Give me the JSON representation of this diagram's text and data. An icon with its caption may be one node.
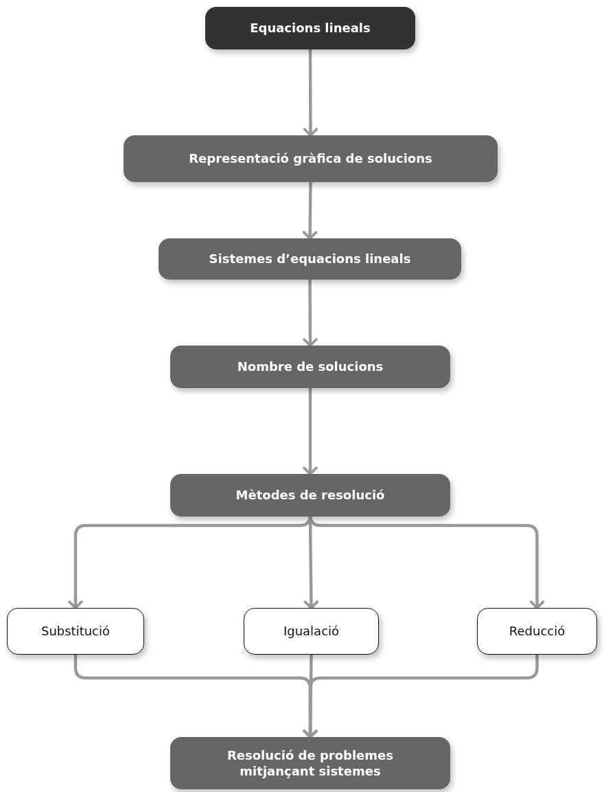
{
  "diagram": {
    "nodes": [
      {
        "text": [
          "Equacions lineals"
        ]
      },
      {
        "text": [
          "Representació gràfica de solucions"
        ]
      },
      {
        "text": [
          "Sistemes d’equacions lineals"
        ]
      },
      {
        "text": [
          "Nombre de solucions"
        ]
      },
      {
        "text": [
          "Mètodes de resolució"
        ]
      },
      {
        "text": [
          "Substitució"
        ]
      },
      {
        "text": [
          "Igualació"
        ]
      },
      {
        "text": [
          "Reducció"
        ]
      },
      {
        "text": [
          "Resolució de problemes mitjançant sistemes"
        ]
      }
    ],
    "edges": [
      {
        "from": 0,
        "to": 1,
        "arrow": "to"
      },
      {
        "from": 1,
        "to": 2,
        "arrow": "to"
      },
      {
        "from": 2,
        "to": 3,
        "arrow": "to"
      },
      {
        "from": 3,
        "to": 4,
        "arrow": "to"
      },
      {
        "from": 4,
        "to": 5,
        "arrow": "to"
      },
      {
        "from": 4,
        "to": 6,
        "arrow": "to"
      },
      {
        "from": 4,
        "to": 7,
        "arrow": "to"
      },
      {
        "from": 5,
        "to": 8,
        "arrow": "to"
      },
      {
        "from": 6,
        "to": 8,
        "arrow": "to"
      },
      {
        "from": 7,
        "to": 8,
        "arrow": "to"
      }
    ]
  }
}
